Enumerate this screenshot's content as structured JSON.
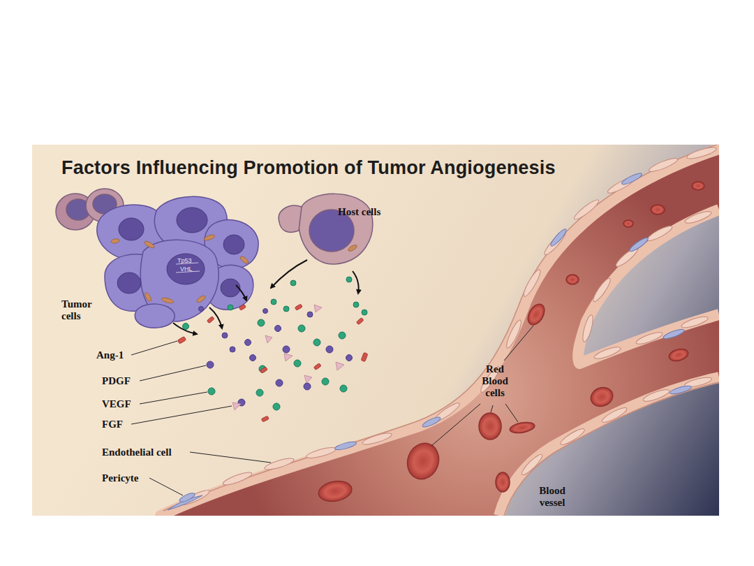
{
  "diagram": {
    "title": "Factors Influencing Promotion of Tumor Angiogenesis",
    "labels": [
      "Host cells",
      "Tumor cells",
      "Tp53",
      "VHL",
      "Ang-1",
      "PDGF",
      "VEGF",
      "FGF",
      "Endothelial cell",
      "Pericyte",
      "Red Blood cells",
      "Blood vessel"
    ]
  }
}
